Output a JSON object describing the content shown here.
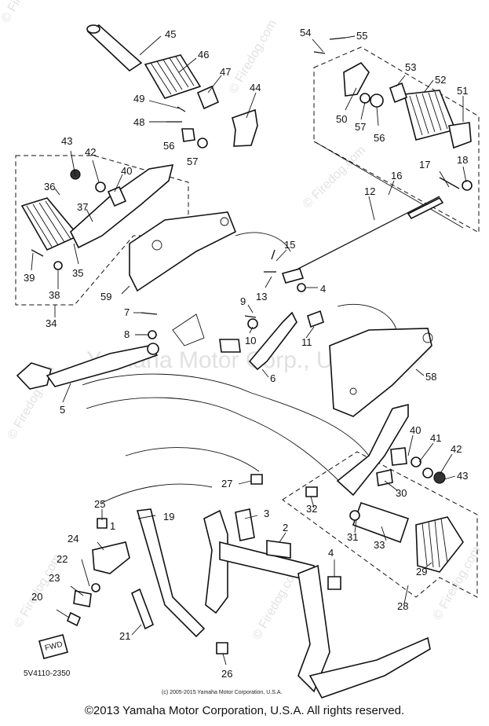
{
  "diagram_code": "5V4110-2350",
  "copyright_small": "(c) 2005-2015 Yamaha Motor Corporation, U.S.A.",
  "footer": "©2013 Yamaha Motor Corporation, U.S.A. All rights reserved.",
  "watermark_main": "Yamaha Motor Corp., U.S.A.",
  "watermark_side": "© Firedog.com",
  "fwd_label": "FWD",
  "callouts": {
    "n1": "1",
    "n2": "2",
    "n3": "3",
    "n4": "4",
    "n5": "5",
    "n6": "6",
    "n7": "7",
    "n8": "8",
    "n9": "9",
    "n10": "10",
    "n11": "11",
    "n12": "12",
    "n13": "13",
    "n15": "15",
    "n16": "16",
    "n17": "17",
    "n18": "18",
    "n19": "19",
    "n20": "20",
    "n21": "21",
    "n22": "22",
    "n23": "23",
    "n24": "24",
    "n25": "25",
    "n26": "26",
    "n27": "27",
    "n28": "28",
    "n29": "29",
    "n30": "30",
    "n31": "31",
    "n32": "32",
    "n33": "33",
    "n34": "34",
    "n35": "35",
    "n36": "36",
    "n37": "37",
    "n38": "38",
    "n39": "39",
    "n40": "40",
    "n40b": "40",
    "n41": "41",
    "n42": "42",
    "n42b": "42",
    "n43": "43",
    "n43b": "43",
    "n44": "44",
    "n45": "45",
    "n46": "46",
    "n47": "47",
    "n48": "48",
    "n49": "49",
    "n50": "50",
    "n51": "51",
    "n52": "52",
    "n53": "53",
    "n54": "54",
    "n55": "55",
    "n56": "56",
    "n56b": "56",
    "n57": "57",
    "n57b": "57",
    "n58": "58",
    "n59": "59"
  }
}
